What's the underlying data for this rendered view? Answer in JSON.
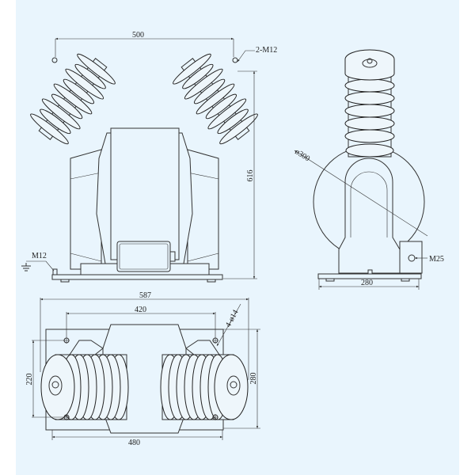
{
  "front_view": {
    "dim_width": "500",
    "dim_height": "616",
    "terminal_label": "2-M12",
    "ground_label": "M12"
  },
  "side_view": {
    "diameter_label": "ø300",
    "dim_base": "280",
    "terminal_label": "M25"
  },
  "top_view": {
    "dim_overall": "587",
    "dim_holes_x": "420",
    "dim_base": "480",
    "dim_holes_y": "220",
    "dim_depth": "280",
    "hole_label": "4-ø14"
  },
  "colors": {
    "background": "#e9f5fd",
    "line": "#333333"
  }
}
